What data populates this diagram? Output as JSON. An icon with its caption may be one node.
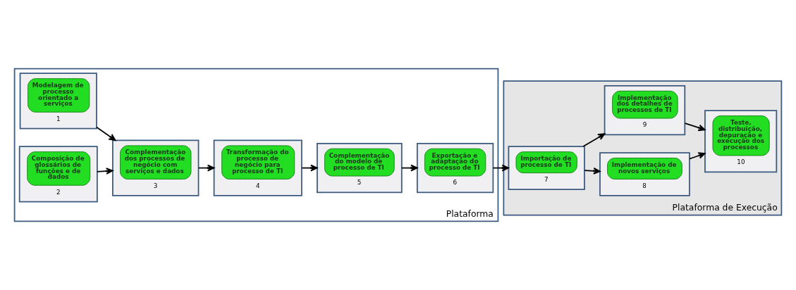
{
  "diagram": {
    "nodes": [
      {
        "text": [
          "Plataforma"
        ]
      },
      {
        "text": [
          "Modelagem de processo orientado a serviços",
          "1"
        ],
        "in": 0
      },
      {
        "text": [
          "Composição de glossários de funções e de dados",
          "2"
        ],
        "in": 0
      },
      {
        "text": [
          "Complementação dos processos de negócio com serviços e dados",
          "3"
        ],
        "in": 0
      },
      {
        "text": [
          "Transformação do processo de negócio para processo de TI",
          "4"
        ],
        "in": 0
      },
      {
        "text": [
          "Complementação do modelo de processo de TI",
          "5"
        ],
        "in": 0
      },
      {
        "text": [
          "Exportação e adaptação do processo de TI",
          "6"
        ],
        "in": 0
      },
      {
        "text": [
          "Plataforma de Execução"
        ]
      },
      {
        "text": [
          "Importação de processo de TI",
          "7"
        ],
        "in": 7
      },
      {
        "text": [
          "Implementação de novos serviços",
          "8"
        ],
        "in": 7
      },
      {
        "text": [
          "Implementação dos detalhes de processos de TI",
          "9"
        ],
        "in": 7
      },
      {
        "text": [
          "Teste, distribuição, depuração e execução dos processos",
          "10"
        ],
        "in": 7
      }
    ],
    "edges": [
      {
        "from": 1,
        "to": 3,
        "arrow": "to"
      },
      {
        "from": 2,
        "to": 3,
        "arrow": "to"
      },
      {
        "from": 3,
        "to": 4,
        "arrow": "to"
      },
      {
        "from": 4,
        "to": 5,
        "arrow": "to"
      },
      {
        "from": 5,
        "to": 6,
        "arrow": "to"
      },
      {
        "from": 6,
        "to": 8,
        "arrow": "to"
      },
      {
        "from": 8,
        "to": 9,
        "arrow": "to"
      },
      {
        "from": 8,
        "to": 10,
        "arrow": "to"
      },
      {
        "from": 9,
        "to": 11,
        "arrow": "to"
      },
      {
        "from": 10,
        "to": 11,
        "arrow": "to"
      }
    ]
  }
}
